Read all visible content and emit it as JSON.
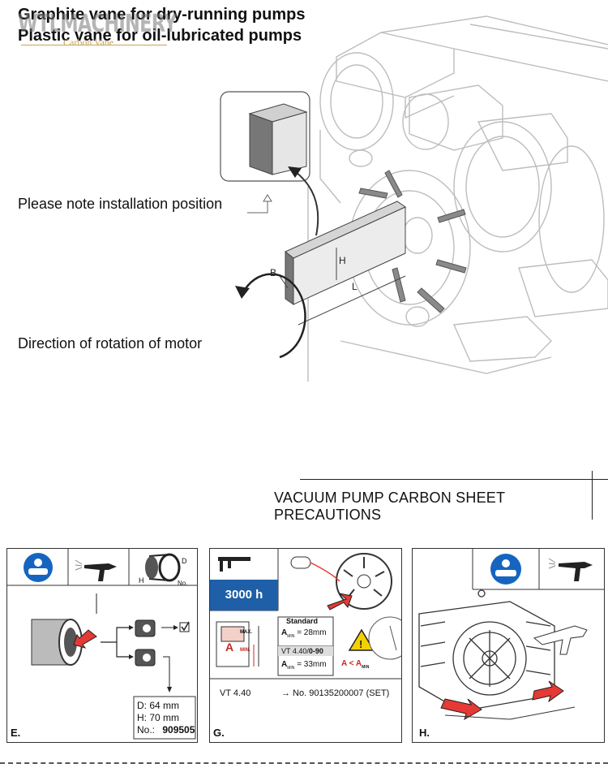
{
  "header": {
    "line1": "Graphite vane for dry-running pumps",
    "line2": "Plastic vane for oil-lubricated pumps",
    "watermark_text": "WTLMACHINERY",
    "watermark_sub": "Carbon Vane"
  },
  "diagram": {
    "note_install": "Please note installation position",
    "note_rotation": "Direction of rotation of motor",
    "dim_b": "B",
    "dim_h": "H",
    "dim_l": "L"
  },
  "section": {
    "title": "VACUUM PUMP CARBON SHEET PRECAUTIONS"
  },
  "panel_e": {
    "letter": "E.",
    "dim_d": "D",
    "dim_h": "H",
    "dim_no": "No.",
    "spec_d": "D: 64 mm",
    "spec_h": "H: 70 mm",
    "spec_no_label": "No.:",
    "spec_no_value": "909505"
  },
  "panel_g": {
    "letter": "G.",
    "hours": "3000 h",
    "standard": "Standard",
    "a_label": "A",
    "a_min_std": "= 28mm",
    "variant": "VT 4.40/",
    "variant_bold": "0-90",
    "a_min_var": "= 33mm",
    "min_sub": "MIN",
    "max_label": "MAX.",
    "min_label": "MIN.",
    "warning_cmp_a": "A",
    "warning_cmp_lt": "<",
    "warning_cmp_amin": "A",
    "model": "VT 4.40",
    "part_no": "→  No. 90135200007 (SET)"
  },
  "panel_h": {
    "letter": "H."
  },
  "colors": {
    "safety_blue": "#1565c0",
    "arrow_red": "#e53935",
    "hours_bg": "#1f5fa8",
    "warning_yellow": "#f5d000"
  },
  "icons": [
    "safety-goggles-icon",
    "air-gun-icon",
    "filter-cartridge-icon",
    "caliper-icon",
    "warning-triangle-icon",
    "checkbox-icon"
  ]
}
